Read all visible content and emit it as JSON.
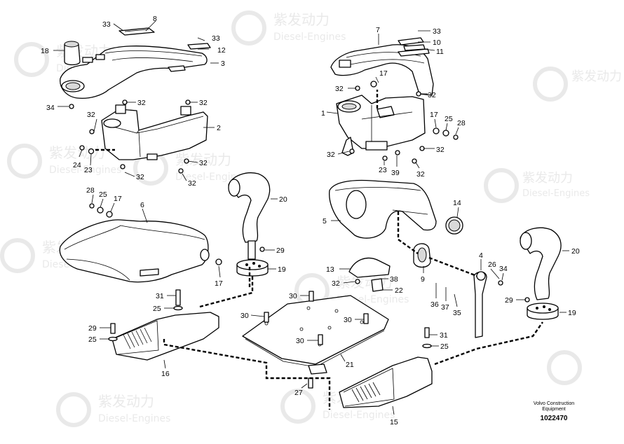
{
  "watermark": {
    "brand_cn": "紫发动力",
    "brand_en": "Diesel-Engines",
    "color": "#d8d8d8"
  },
  "caption": {
    "line1": "Volvo Construction",
    "line2": "Equipment",
    "doc_number": "1022470"
  },
  "labels": [
    {
      "id": "l33a",
      "text": "33"
    },
    {
      "id": "l8",
      "text": "8"
    },
    {
      "id": "l18",
      "text": "18"
    },
    {
      "id": "l33b",
      "text": "33"
    },
    {
      "id": "l12",
      "text": "12"
    },
    {
      "id": "l3",
      "text": "3"
    },
    {
      "id": "l34a",
      "text": "34"
    },
    {
      "id": "l32a",
      "text": "32"
    },
    {
      "id": "l32b",
      "text": "32"
    },
    {
      "id": "l32c",
      "text": "32"
    },
    {
      "id": "l2",
      "text": "2"
    },
    {
      "id": "l24",
      "text": "24"
    },
    {
      "id": "l23a",
      "text": "23"
    },
    {
      "id": "l32d",
      "text": "32"
    },
    {
      "id": "l32e",
      "text": "32"
    },
    {
      "id": "l32f",
      "text": "32"
    },
    {
      "id": "l7",
      "text": "7"
    },
    {
      "id": "l33c",
      "text": "33"
    },
    {
      "id": "l10",
      "text": "10"
    },
    {
      "id": "l11",
      "text": "11"
    },
    {
      "id": "l17a",
      "text": "17"
    },
    {
      "id": "l32g",
      "text": "32"
    },
    {
      "id": "l32h",
      "text": "32"
    },
    {
      "id": "l1",
      "text": "1"
    },
    {
      "id": "l17b",
      "text": "17"
    },
    {
      "id": "l25a",
      "text": "25"
    },
    {
      "id": "l28a",
      "text": "28"
    },
    {
      "id": "l32i",
      "text": "32"
    },
    {
      "id": "l32j",
      "text": "32"
    },
    {
      "id": "l23b",
      "text": "23"
    },
    {
      "id": "l39",
      "text": "39"
    },
    {
      "id": "l32k",
      "text": "32"
    },
    {
      "id": "l28b",
      "text": "28"
    },
    {
      "id": "l25b",
      "text": "25"
    },
    {
      "id": "l17c",
      "text": "17"
    },
    {
      "id": "l6",
      "text": "6"
    },
    {
      "id": "l20a",
      "text": "20"
    },
    {
      "id": "l29a",
      "text": "29"
    },
    {
      "id": "l19a",
      "text": "19"
    },
    {
      "id": "l17d",
      "text": "17"
    },
    {
      "id": "l5",
      "text": "5"
    },
    {
      "id": "l14",
      "text": "14"
    },
    {
      "id": "l13",
      "text": "13"
    },
    {
      "id": "l38",
      "text": "38"
    },
    {
      "id": "l32l",
      "text": "32"
    },
    {
      "id": "l22",
      "text": "22"
    },
    {
      "id": "l9",
      "text": "9"
    },
    {
      "id": "l4",
      "text": "4"
    },
    {
      "id": "l26",
      "text": "26"
    },
    {
      "id": "l34b",
      "text": "34"
    },
    {
      "id": "l36",
      "text": "36"
    },
    {
      "id": "l37",
      "text": "37"
    },
    {
      "id": "l35",
      "text": "35"
    },
    {
      "id": "l20b",
      "text": "20"
    },
    {
      "id": "l29b",
      "text": "29"
    },
    {
      "id": "l19b",
      "text": "19"
    },
    {
      "id": "l31a",
      "text": "31"
    },
    {
      "id": "l25c",
      "text": "25"
    },
    {
      "id": "l29c",
      "text": "29"
    },
    {
      "id": "l25d",
      "text": "25"
    },
    {
      "id": "l16",
      "text": "16"
    },
    {
      "id": "l30a",
      "text": "30"
    },
    {
      "id": "l30b",
      "text": "30"
    },
    {
      "id": "l30c",
      "text": "30"
    },
    {
      "id": "l30d",
      "text": "30"
    },
    {
      "id": "l21",
      "text": "21"
    },
    {
      "id": "l27",
      "text": "27"
    },
    {
      "id": "l31b",
      "text": "31"
    },
    {
      "id": "l25e",
      "text": "25"
    },
    {
      "id": "l15",
      "text": "15"
    }
  ]
}
